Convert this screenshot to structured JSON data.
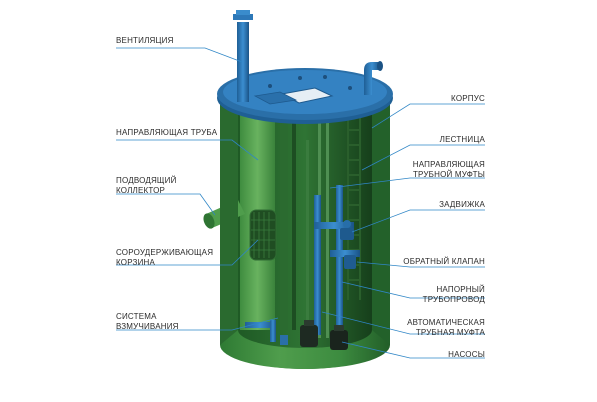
{
  "colors": {
    "body_green": "#3c8a3c",
    "body_green_dark": "#23612a",
    "body_green_light": "#5aa653",
    "lid_blue": "#2a6fa8",
    "pipe_blue": "#2f7bbd",
    "leader": "#2f86c6"
  },
  "labels": {
    "ventilation": "ВЕНТИЛЯЦИЯ",
    "guide_pipe": "НАПРАВЛЯЮЩАЯ ТРУБА",
    "inlet_collector_1": "ПОДВОДЯЩИЙ",
    "inlet_collector_2": "КОЛЛЕКТОР",
    "debris_basket_1": "СОРОУДЕРЖИВАЮЩАЯ",
    "debris_basket_2": "КОРЗИНА",
    "agitation_1": "СИСТЕМА",
    "agitation_2": "ВЗМУЧИВАНИЯ",
    "housing": "КОРПУС",
    "ladder": "ЛЕСТНИЦА",
    "guide_coupling_1": "НАПРАВЛЯЮЩАЯ",
    "guide_coupling_2": "ТРУБНОЙ МУФТЫ",
    "gate_valve": "ЗАДВИЖКА",
    "check_valve": "ОБРАТНЫЙ КЛАПАН",
    "pressure_pipe_1": "НАПОРНЫЙ",
    "pressure_pipe_2": "ТРУБОПРОВОД",
    "auto_coupling_1": "АВТОМАТИЧЕСКАЯ",
    "auto_coupling_2": "ТРУБНАЯ МУФТА",
    "pumps": "НАСОСЫ"
  }
}
